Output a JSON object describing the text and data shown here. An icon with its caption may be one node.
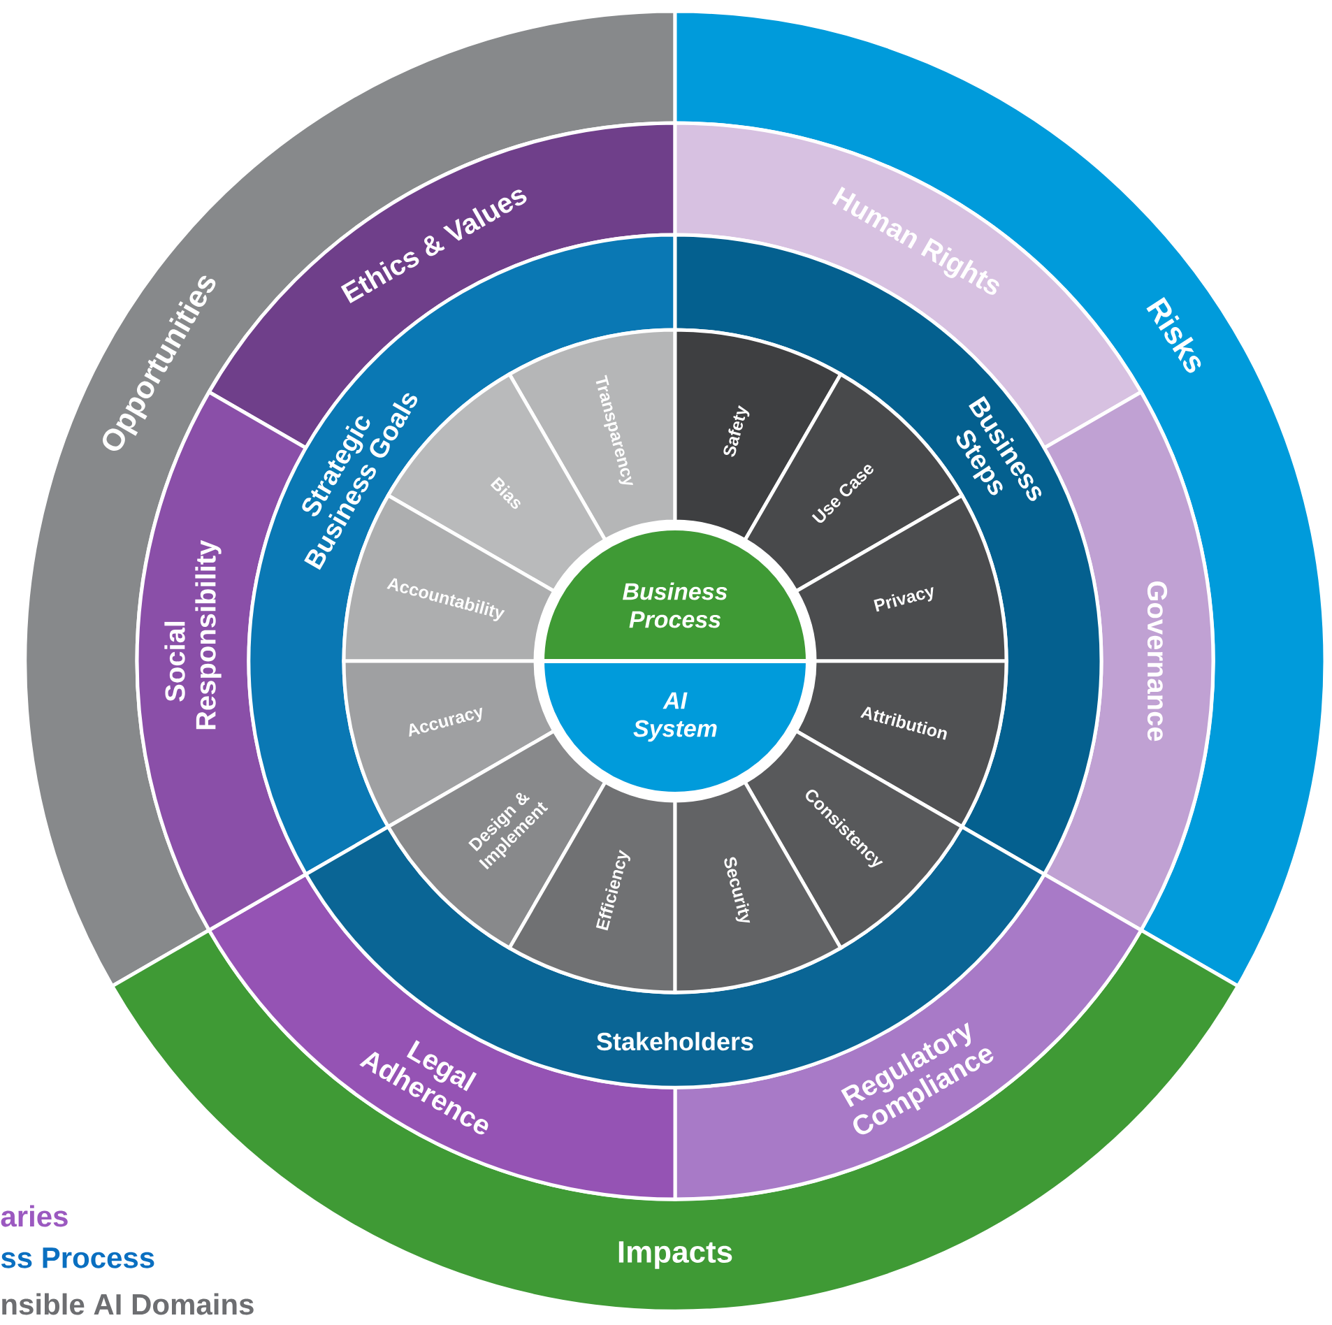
{
  "diagram": {
    "nodes": [
      {
        "text": [
          "Opportunities"
        ]
      },
      {
        "text": [
          "Risks"
        ]
      },
      {
        "text": [
          "Impacts"
        ]
      },
      {
        "text": [
          "Ethics & Values"
        ]
      },
      {
        "text": [
          "Human Rights"
        ]
      },
      {
        "text": [
          "Governance"
        ]
      },
      {
        "text": [
          "Regulatory Compliance"
        ]
      },
      {
        "text": [
          "Legal Adherence"
        ]
      },
      {
        "text": [
          "Social Responsibility"
        ]
      },
      {
        "text": [
          "Strategic Business Goals"
        ]
      },
      {
        "text": [
          "Business Steps"
        ]
      },
      {
        "text": [
          "Stakeholders"
        ]
      },
      {
        "text": [
          "Transparency"
        ]
      },
      {
        "text": [
          "Safety"
        ]
      },
      {
        "text": [
          "Bias"
        ]
      },
      {
        "text": [
          "Use Case"
        ]
      },
      {
        "text": [
          "Accountability"
        ]
      },
      {
        "text": [
          "Privacy"
        ]
      },
      {
        "text": [
          "Accuracy"
        ]
      },
      {
        "text": [
          "Attribution"
        ]
      },
      {
        "text": [
          "Design & Implement"
        ]
      },
      {
        "text": [
          "Consistency"
        ]
      },
      {
        "text": [
          "Efficiency"
        ]
      },
      {
        "text": [
          "Security"
        ]
      },
      {
        "text": [
          "Business Process"
        ]
      },
      {
        "text": [
          "AI System"
        ]
      }
    ],
    "labels": [
      "aries",
      "ss Process",
      "nsible AI Domains"
    ]
  }
}
